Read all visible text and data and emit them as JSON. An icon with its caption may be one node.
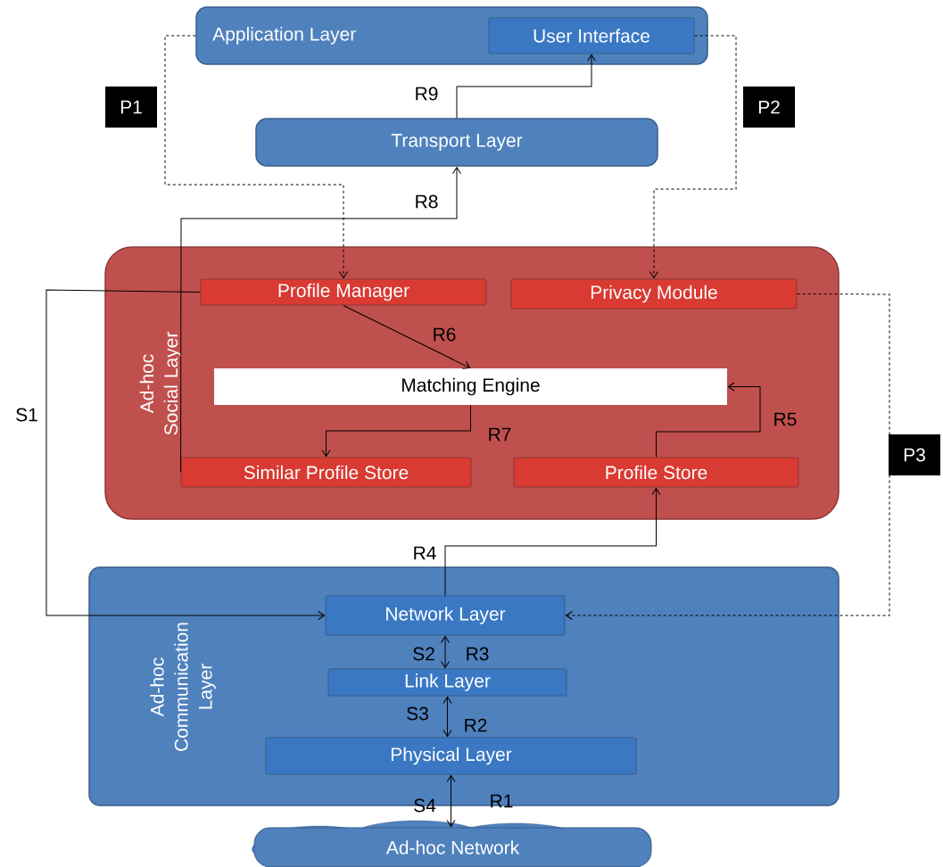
{
  "diagram": {
    "nodes": [
      {
        "text": [
          "Application Layer"
        ]
      },
      {
        "text": [
          "User Interface"
        ],
        "in": 0
      },
      {
        "text": [
          "Transport Layer"
        ]
      },
      {
        "text": [
          "Ad-hoc Social Layer"
        ]
      },
      {
        "text": [
          "Profile Manager"
        ],
        "in": 3
      },
      {
        "text": [
          "Privacy Module"
        ],
        "in": 3
      },
      {
        "text": [
          "Matching Engine"
        ],
        "in": 3
      },
      {
        "text": [
          "Similar Profile Store"
        ],
        "in": 3
      },
      {
        "text": [
          "Profile Store"
        ],
        "in": 3
      },
      {
        "text": [
          "Ad-hoc Communication Layer"
        ]
      },
      {
        "text": [
          "Network Layer"
        ],
        "in": 9
      },
      {
        "text": [
          "Link Layer"
        ],
        "in": 9
      },
      {
        "text": [
          "Physical Layer"
        ],
        "in": 9
      },
      {
        "text": [
          "Ad-hoc Network"
        ]
      }
    ],
    "edges": [
      {
        "from": 0,
        "to": 4,
        "arrow": "to",
        "style": "dashed",
        "label": "P1"
      },
      {
        "from": 1,
        "to": 5,
        "arrow": "to",
        "style": "dashed",
        "label": "P2"
      },
      {
        "from": 5,
        "to": 10,
        "arrow": "to",
        "style": "dashed",
        "label": "P3"
      },
      {
        "from": 4,
        "to": 10,
        "arrow": "to",
        "label": "S1"
      },
      {
        "from": 10,
        "to": 8,
        "arrow": "to",
        "label": "R4"
      },
      {
        "from": 8,
        "to": 6,
        "arrow": "to",
        "label": "R5"
      },
      {
        "from": 4,
        "to": 6,
        "arrow": "to",
        "label": "R6"
      },
      {
        "from": 6,
        "to": 7,
        "arrow": "to",
        "label": "R7"
      },
      {
        "from": 7,
        "to": 2,
        "arrow": "to",
        "label": "R8"
      },
      {
        "from": 2,
        "to": 1,
        "arrow": "to",
        "label": "R9"
      },
      {
        "from": 10,
        "to": 11,
        "arrow": "both",
        "label": "S2"
      },
      {
        "from": 11,
        "to": 12,
        "arrow": "both",
        "label": "S3"
      },
      {
        "from": 12,
        "to": 13,
        "arrow": "both",
        "label": "S4"
      }
    ],
    "labels": [
      "R3",
      "R2",
      "R1"
    ]
  }
}
